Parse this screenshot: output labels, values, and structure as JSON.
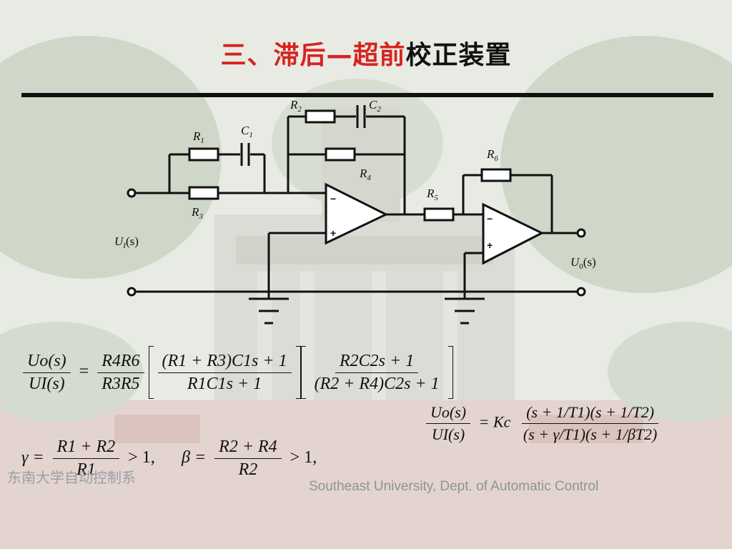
{
  "slide": {
    "title_red": "三、滞后—超前",
    "title_black": "校正装置"
  },
  "circuit": {
    "labels": {
      "R1": "R",
      "R1_sub": "1",
      "C1": "C",
      "C1_sub": "1",
      "R2": "R",
      "R2_sub": "2",
      "C2": "C",
      "C2_sub": "2",
      "R3": "R",
      "R3_sub": "3",
      "R4": "R",
      "R4_sub": "4",
      "R5": "R",
      "R5_sub": "5",
      "R6": "R",
      "R6_sub": "6",
      "input": "U",
      "input_sub": "I",
      "input_arg": "(s)",
      "output": "U",
      "output_sub": "0",
      "output_arg": "(s)",
      "minus": "−",
      "plus": "+"
    }
  },
  "equations": {
    "transfer_lhs_num": "Uo(s)",
    "transfer_lhs_den": "UI(s)",
    "eq_sign": "=",
    "coef_num": "R4R6",
    "coef_den": "R3R5",
    "f1_num": "(R1 + R3)C1s + 1",
    "f1_den": "R1C1s + 1",
    "f2_num": "R2C2s + 1",
    "f2_den": "(R2 + R4)C2s + 1",
    "gamma_lhs": "γ =",
    "gamma_num": "R1 + R2",
    "gamma_den": "R1",
    "gamma_tail": "> 1,",
    "beta_lhs": "β =",
    "beta_num": "R2 + R4",
    "beta_den": "R2",
    "beta_tail": "> 1,",
    "std_lhs_num": "Uo(s)",
    "std_lhs_den": "UI(s)",
    "std_mid": "= Kc",
    "std_num": "(s + 1/T1)(s + 1/T2)",
    "std_den": "(s + γ/T1)(s + 1/βT2)"
  },
  "footer": {
    "left": "东南大学自动控制系",
    "right": "Southeast University, Dept. of Automatic Control"
  }
}
